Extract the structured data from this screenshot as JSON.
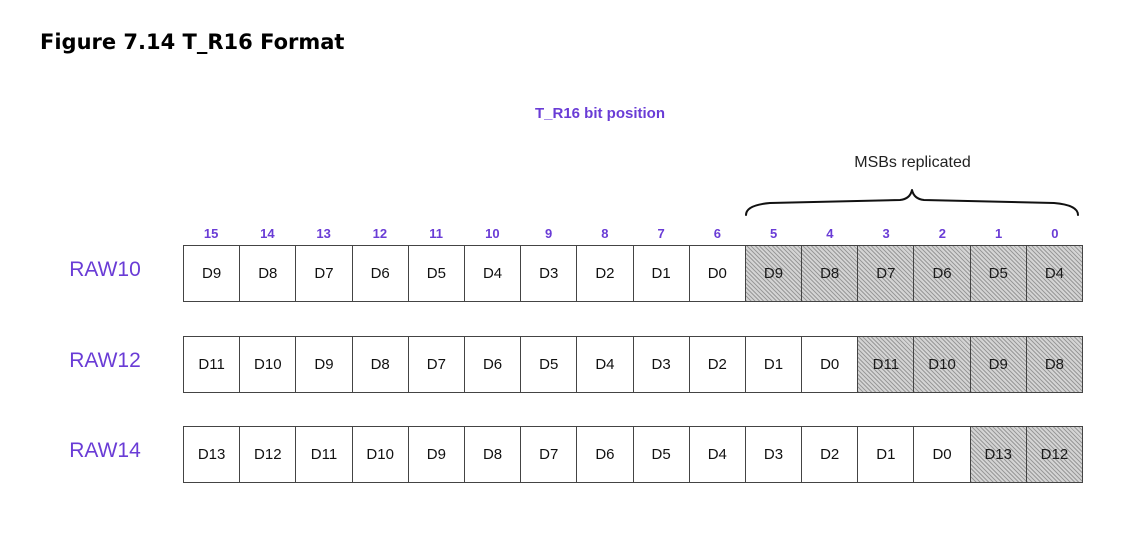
{
  "figure_title": "Figure 7.14 T_R16 Format",
  "diagram_title": "T_R16 bit position",
  "brace_label": "MSBs replicated",
  "bit_positions": [
    "15",
    "14",
    "13",
    "12",
    "11",
    "10",
    "9",
    "8",
    "7",
    "6",
    "5",
    "4",
    "3",
    "2",
    "1",
    "0"
  ],
  "rows": [
    {
      "label": "RAW10",
      "cells": [
        "D9",
        "D8",
        "D7",
        "D6",
        "D5",
        "D4",
        "D3",
        "D2",
        "D1",
        "D0",
        "D9",
        "D8",
        "D7",
        "D6",
        "D5",
        "D4"
      ],
      "replicated_count": 6
    },
    {
      "label": "RAW12",
      "cells": [
        "D11",
        "D10",
        "D9",
        "D8",
        "D7",
        "D6",
        "D5",
        "D4",
        "D3",
        "D2",
        "D1",
        "D0",
        "D11",
        "D10",
        "D9",
        "D8"
      ],
      "replicated_count": 4
    },
    {
      "label": "RAW14",
      "cells": [
        "D13",
        "D12",
        "D11",
        "D10",
        "D9",
        "D8",
        "D7",
        "D6",
        "D5",
        "D4",
        "D3",
        "D2",
        "D1",
        "D0",
        "D13",
        "D12"
      ],
      "replicated_count": 2
    }
  ],
  "colors": {
    "accent": "#6a3cd6",
    "replicated_fill": "#d4d4d4",
    "border": "#444444"
  }
}
